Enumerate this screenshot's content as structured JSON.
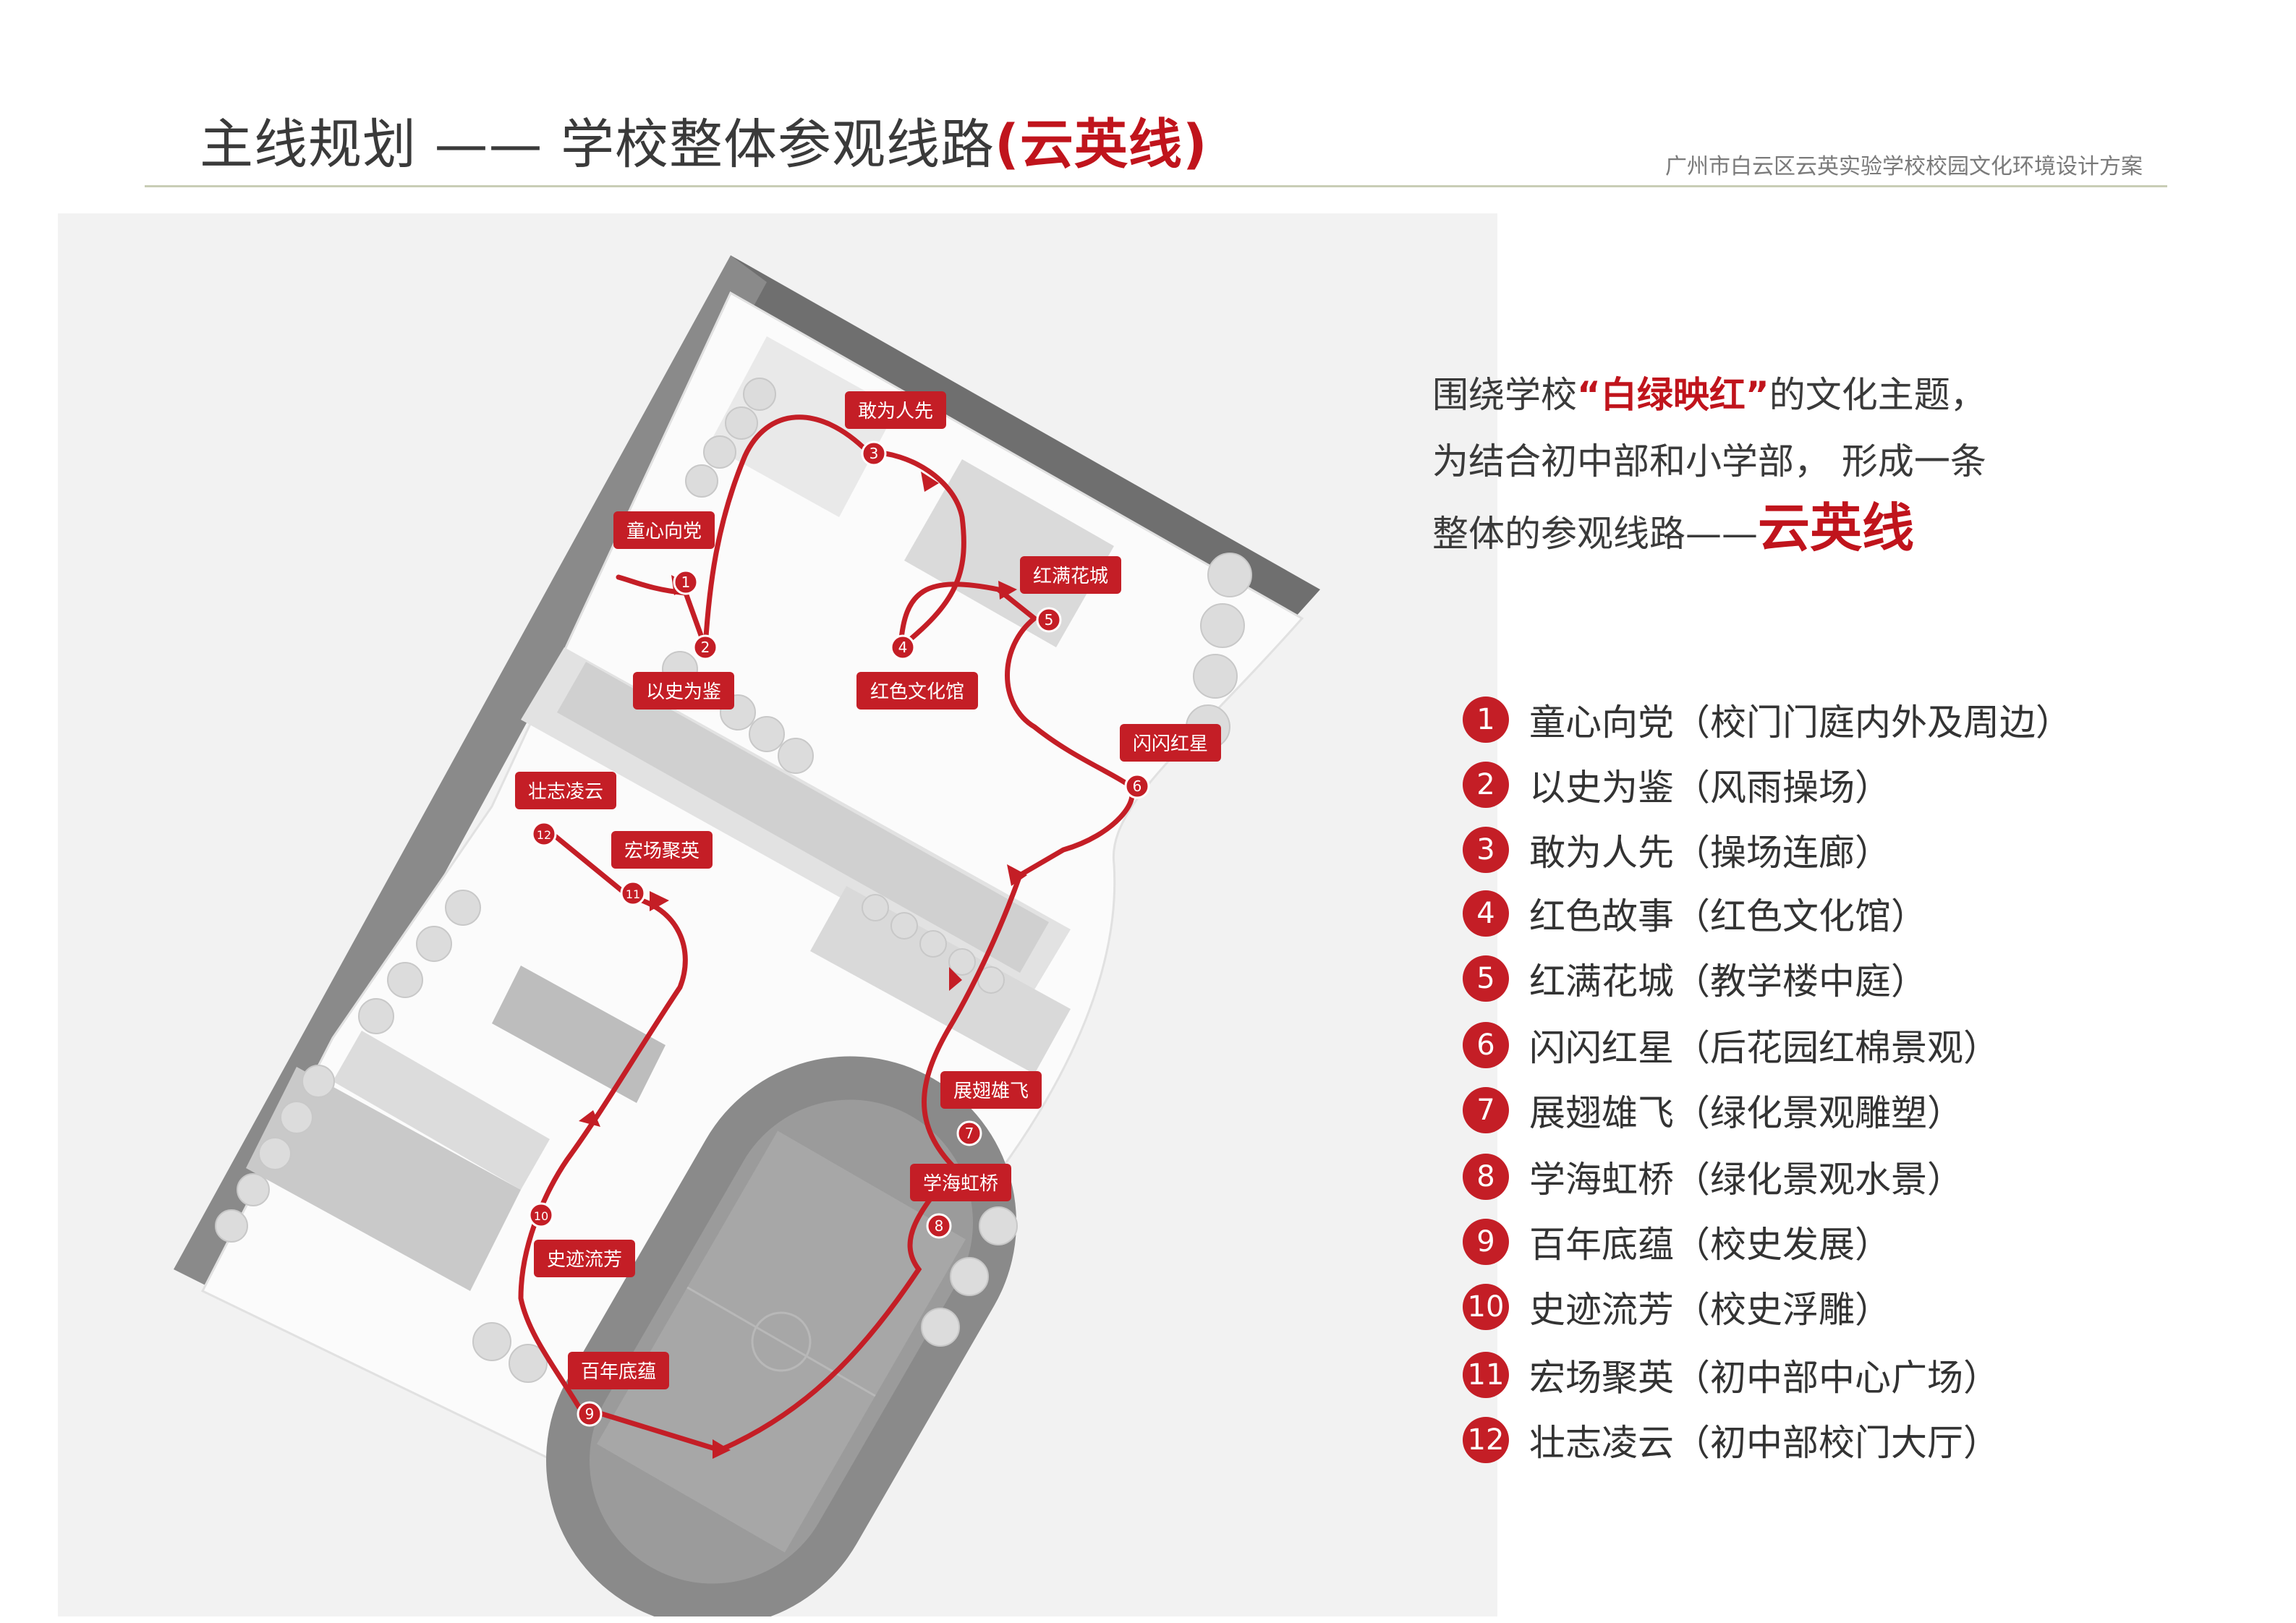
{
  "header": {
    "title_main": "主线规划 —— 学校整体参观线路",
    "title_highlight": "(云英线)",
    "subtitle": "广州市白云区云英实验学校校园文化环境设计方案"
  },
  "intro": {
    "line1_pre": "围绕学校",
    "line1_highlight": "“白绿映红”",
    "line1_post": "的文化主题，",
    "line2": "为结合初中部和小学部， 形成一条",
    "line3_pre": "整体的参观线路——",
    "line3_highlight": "云英线"
  },
  "stops": [
    {
      "num": "1",
      "name": "童心向党",
      "desc": "（校门门庭内外及周边）"
    },
    {
      "num": "2",
      "name": "以史为鉴",
      "desc": "（风雨操场）"
    },
    {
      "num": "3",
      "name": "敢为人先",
      "desc": "（操场连廊）"
    },
    {
      "num": "4",
      "name": "红色故事",
      "desc": "（红色文化馆）"
    },
    {
      "num": "5",
      "name": "红满花城",
      "desc": "（教学楼中庭）"
    },
    {
      "num": "6",
      "name": "闪闪红星",
      "desc": "（后花园红棉景观）"
    },
    {
      "num": "7",
      "name": "展翅雄飞",
      "desc": "（绿化景观雕塑）"
    },
    {
      "num": "8",
      "name": "学海虹桥",
      "desc": "（绿化景观水景）"
    },
    {
      "num": "9",
      "name": "百年底蕴",
      "desc": "（校史发展）"
    },
    {
      "num": "10",
      "name": "史迹流芳",
      "desc": "（校史浮雕）"
    },
    {
      "num": "11",
      "name": "宏场聚英",
      "desc": "（初中部中心广场）"
    },
    {
      "num": "12",
      "name": "壮志凌云",
      "desc": "（初中部校门大厅）"
    }
  ],
  "map_labels": [
    {
      "num": "1",
      "label": "童心向党"
    },
    {
      "num": "2",
      "label": "以史为鉴"
    },
    {
      "num": "3",
      "label": "敢为人先"
    },
    {
      "num": "4",
      "label": "红色文化馆"
    },
    {
      "num": "5",
      "label": "红满花城"
    },
    {
      "num": "6",
      "label": "闪闪红星"
    },
    {
      "num": "7",
      "label": "展翅雄飞"
    },
    {
      "num": "8",
      "label": "学海虹桥"
    },
    {
      "num": "9",
      "label": "百年底蕴"
    },
    {
      "num": "10",
      "label": "史迹流芳"
    },
    {
      "num": "11",
      "label": "宏场聚英"
    },
    {
      "num": "12",
      "label": "壮志凌云"
    }
  ],
  "colors": {
    "accent": "#c41e26",
    "text": "#333333",
    "map_bg": "#f2f2f2",
    "rule": "#c9cdb6"
  }
}
